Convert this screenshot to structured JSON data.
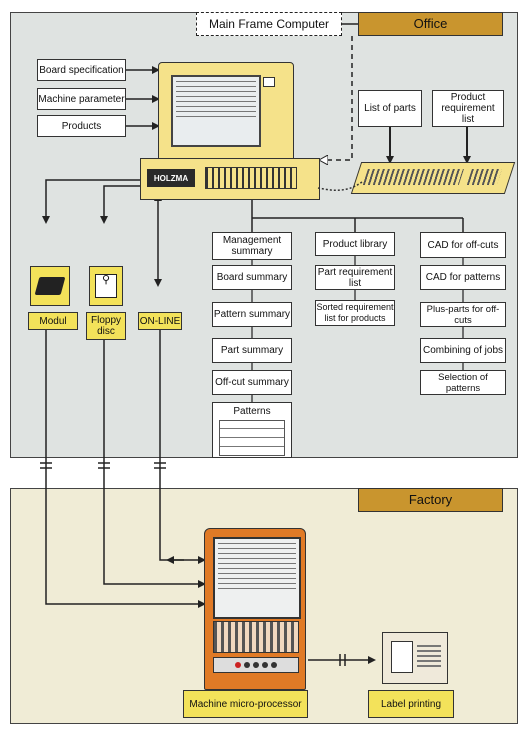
{
  "top": {
    "mainframe_label": "Main Frame Computer",
    "office_label": "Office",
    "factory_label": "Factory"
  },
  "inputs": {
    "board_specification": "Board specification",
    "machine_parameter": "Machine parameter",
    "products": "Products",
    "list_of_parts": "List of parts",
    "product_requirement_list": "Product requirement list"
  },
  "computer": {
    "brand": "HOLZMA"
  },
  "media": {
    "modul": "Modul",
    "floppy_disc": "Floppy disc",
    "online": "ON-LINE"
  },
  "outputs": {
    "col1": [
      "Management summary",
      "Board summary",
      "Pattern summary",
      "Part summary",
      "Off-cut summary",
      "Patterns"
    ],
    "col2": [
      "Product library",
      "Part requirement list",
      "Sorted requirement list for products"
    ],
    "col3": [
      "CAD for off-cuts",
      "CAD for patterns",
      "Plus-parts for off-cuts",
      "Combining of jobs",
      "Selection of patterns"
    ]
  },
  "factory": {
    "machine_micro_processor": "Machine micro-processor",
    "label_printing": "Label printing"
  }
}
